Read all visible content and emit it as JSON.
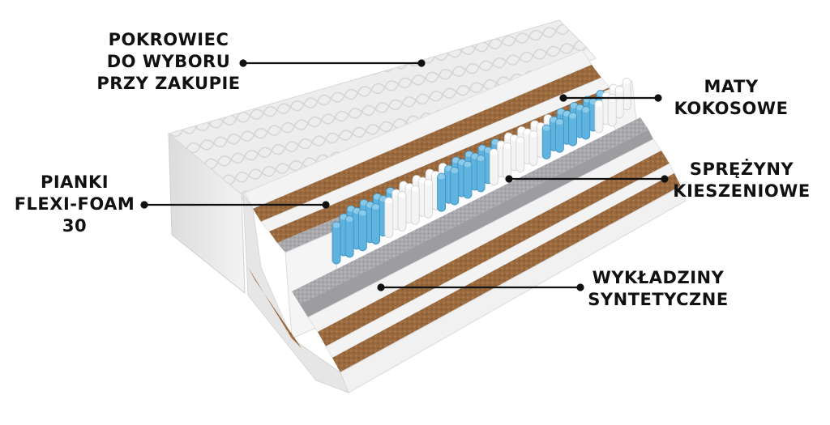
{
  "labels": {
    "pokrowiec": [
      "POKROWIEC",
      "DO WYBORU",
      "PRZY ZAKUPIE"
    ],
    "maty": [
      "MATY",
      "KOKOSOWE"
    ],
    "pianki": [
      "PIANKI",
      "FLEXI-FOAM",
      "30"
    ],
    "sprezyny": [
      "SPRĘŻYNY",
      "KIESZENIOWE"
    ],
    "wykladziny": [
      "WYKŁADZINY",
      "SYNTETYCZNE"
    ]
  },
  "colors": {
    "cover": "#eeeeee",
    "coconut": "#9a6a3e",
    "foam": "#f1f1f1",
    "felt": "#a9a9ad",
    "spring_blue": "#5fb3df",
    "spring_white": "#f4f4f4",
    "text": "#111111"
  }
}
